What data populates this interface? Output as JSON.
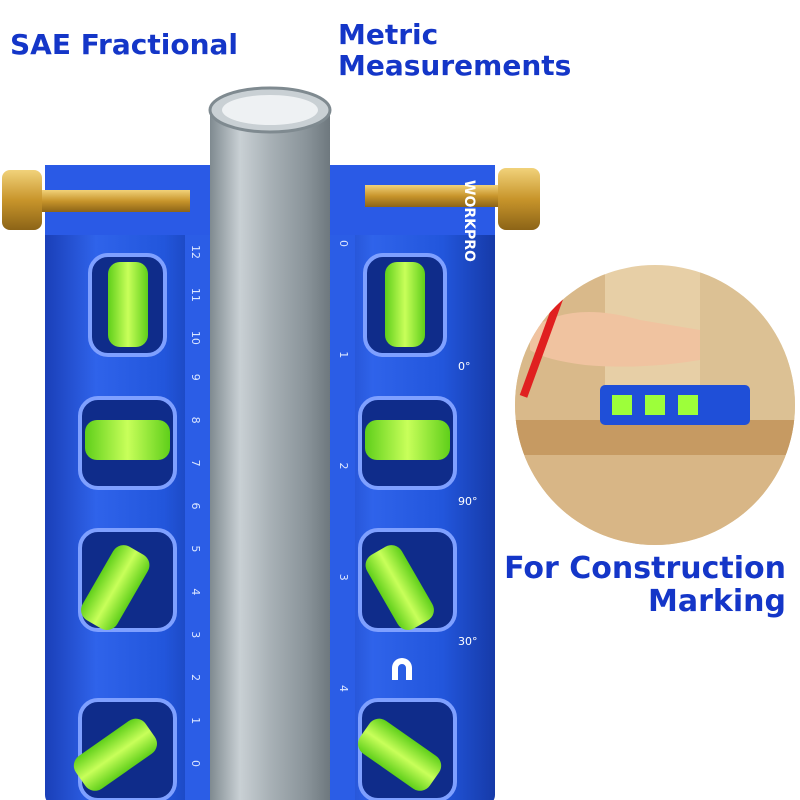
{
  "labels": {
    "sae": "SAE Fractional",
    "metric_line1": "Metric",
    "metric_line2": "Measurements",
    "construction_line1": "For Construction",
    "construction_line2": "Marking"
  },
  "product": {
    "brand": "WORKPRO"
  },
  "ruler_left": [
    "12",
    "11",
    "10",
    "9",
    "8",
    "7",
    "6",
    "5",
    "4",
    "3",
    "2",
    "1",
    "0"
  ],
  "ruler_right": [
    "0",
    "1",
    "2",
    "3",
    "4"
  ],
  "angle_marks": [
    "0°",
    "90°",
    "30°"
  ],
  "colors": {
    "accent_text": "#1436c8",
    "body_blue": "#1f4fd8",
    "vial_green": "#9dff3a",
    "brass": "#d4a63a",
    "wood": "#e2c59b"
  }
}
